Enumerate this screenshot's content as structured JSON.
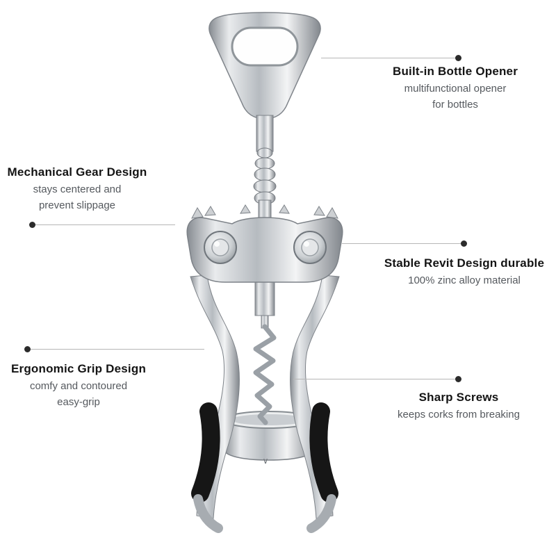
{
  "callouts": [
    {
      "title": "Built-in Bottle Opener",
      "lines": [
        "multifunctional opener",
        "for bottles"
      ]
    },
    {
      "title": "Mechanical Gear Design",
      "lines": [
        "stays centered and",
        "prevent slippage"
      ]
    },
    {
      "title": "Stable Revit Design  durable",
      "lines": [
        "100% zinc alloy material"
      ]
    },
    {
      "title": "Ergonomic Grip Design",
      "lines": [
        "comfy and contoured",
        "easy-grip"
      ]
    },
    {
      "title": "Sharp Screws",
      "lines": [
        "keeps corks from breaking"
      ]
    }
  ],
  "center_mark": "∨",
  "colors": {
    "title": "#141414",
    "subtitle": "#55595e",
    "callout_line": "#b6b6b6",
    "callout_dot": "#2b2b2b",
    "grip_pad": "#161616",
    "metal_light": "#eceeef",
    "metal_dark": "#82878d"
  }
}
